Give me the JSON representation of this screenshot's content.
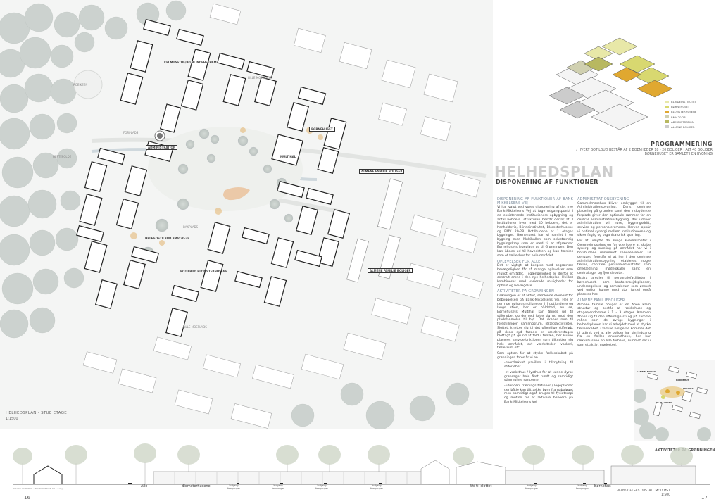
{
  "plan": {
    "title": "HELHEDSPLAN - STUE ETAGE",
    "scale": "1:1500",
    "labels": {
      "kelmu": "KELMUSSTUE/BO BLINDEHETHEM",
      "lille_plads": "LILLE MOEPLADS",
      "roeikeen": "ROEIKEEN",
      "forplads": "FORPLADS",
      "administration": "ADMINISTRATION",
      "heptefolde": "HEPTEFOLDE",
      "boernehuset": "BØRNEHUSET",
      "multihal": "MULTIHAL",
      "almene1": "ALMENE FAMILIE BOLIGER",
      "almene2": "ALMENE FAMILIE BOLIGER",
      "helhed": "HELHEDSTILBUD BMV 20-28",
      "botilbud": "BOTILBUD BLOMSTERHUSENE",
      "bakplads": "BAKPLADS",
      "lille_moeplads": "LILLE MOEPLADS"
    }
  },
  "programmering": {
    "title": "PROGRAMMERING",
    "subtitle": "/ HVERT BOTILBUD BESTÅR AF 2 BOENHEDER 18 - 20 BOLIGER I ALT 40 BOLIGER BØRNEHUSET ER SAMLET I EN BYGNING",
    "legend": [
      {
        "label": "BLINDEINSTITUTET",
        "color": "#e8e8a8"
      },
      {
        "label": "BØRNEHUSET",
        "color": "#d8d870"
      },
      {
        "label": "BLOMSTERHUSENE",
        "color": "#e0a830"
      },
      {
        "label": "BMV 20-28",
        "color": "#d0d0b0"
      },
      {
        "label": "ADMINISTRATION",
        "color": "#b8b860"
      },
      {
        "label": "ALMENE BOLIGER",
        "color": "#cccccc"
      }
    ]
  },
  "heading": {
    "title": "HELHEDSPLAN",
    "subtitle": "DISPONERING AF FUNKTIONER"
  },
  "text": {
    "col1": [
      {
        "type": "h",
        "text": "DISPONERING AF FUNKTIONER AF BANK MIKKELSENS-VEJ"
      },
      {
        "type": "p",
        "text": "Vi har valgt ved vores disponering af det nye Bank-Mikkelsens Vej at tage udgangspunkt i de eksisterende institutioners opbygning og antal beboere. strukturen består derfor af 3 institutioner hver med 40 beboere, det er henholdsvis, Blindeinstitutet, Blomsterhusene og BMV 20-28. Botilbudene er 1 etages bygninger. Børnehuset har vi samlet i en bygning med Multihallen som selvstændig bygningskrop som er med til at afgrænser Børnehusets legeplads ud til Grønningen. Den kan åbnes ud til hovedstien og kan tænkes som et fælleshus for hele området."
      },
      {
        "type": "h",
        "text": "OPLEVELSER FOR ALLE"
      },
      {
        "type": "p",
        "text": "Det er vigtigt, at borgere med begrænset bevægelighed får så mange oplevelser som muligt området. Tilgængelighed er derfor et centralt emne i den nye helhedsplan. Hvilket kombineres med varierede muligheder for ophold og bevægelse."
      },
      {
        "type": "h",
        "text": "AKTIVITETER PÅ GRØNNINGEN"
      },
      {
        "type": "p",
        "text": "Grønningen er et aktivt, samlende element for bebyggelsen på Bank-Mikkelsens Vej. Her er der rige opholdsmuligheder i frugtlundene og langs stien, her er båldsted, en sø, Børnehusets Multihal kan åbnes ud til stiforløbet og dermed folde sig ud mod den plads/anmelse til byt. Det skaber rum til forestillinger, samlingsrum, idrætsaktiviteter. Slottet, knytter sig til det offentlige stiforløb, på dens syd facade er kældererstagen blottagt på grund af fald i terræn, her kunne placeres servicefunktioner som tilknytter sig hele området, evt værksteder, vaskeri, fællesrum etc."
      },
      {
        "type": "p",
        "text": "Som option for at styrke fællesskabet på grønningen foreslår vi en"
      },
      {
        "type": "l",
        "text": "-overdækket pavillon i tilknytning til stiforløbet."
      },
      {
        "type": "l",
        "text": "-et væksthus / lysthus for at kunne dyrke grønsager hele året rundt og samtidigt stimmulere sancerne."
      },
      {
        "type": "l",
        "text": "-udendørs træningsstationer / legepladser der både kan tiltrække børn fra naboløget men samtidigt også bruges til fysioterapi og motion for at aktivere beboere på Bank-Mikkelsens Vej"
      }
    ],
    "col2": [
      {
        "type": "h",
        "text": "ADMINISTRATIONSBYGNING"
      },
      {
        "type": "p",
        "text": "Gammelmosehus bliver ombygget til en Administrationsbygning. Dens centrale placering på grunden samt den indbydende forplads giver den optimale rammer for en central administrationsbygning, der udover administration vil huse, bygningsdrift, service og personalerommer. Herved opnår vi optimal synergi mellem institutionerne og sikrer faglig og organisatorisk sparring."
      },
      {
        "type": "p",
        "text": "For at udnytte de øvrige kvadratmeter i Gemmelmosehus og for yderligere at skabe synergi og samling på området har vi i botilbudene minimeret servicearealer. Til gengæld foreslår vi at her i den centrale administrationsbygning etableres nogle fælles, centrale personalefaciliteter som omklædning, mødelokaler samt en centrallager og fjerndepoter."
      },
      {
        "type": "p",
        "text": "Ekstra arealer til personalefaciliteter i børnehuset, som kontorarbejdspladser, undersøgelses- og samtalerum som ønsket ved option kunne med stor fordel også placeres her."
      },
      {
        "type": "h",
        "text": "ALMENE FAMILIEBOLIGER"
      },
      {
        "type": "p",
        "text": "Almene familie boliger er en åben kæm struktur og består af rækkehuse og etageejendomme i 1 - 3 etager. Kæmlen åbner sig til den offentlige sti og på samme måde som de øvrige bygninger i helhedsplanen har vi arbejdet med at styrke fællesskabet, i familie boligerne kommer det til udtryk ved at alle boliger har sin indgang fra en fælles ankomsthave, her har rækkehusene en lille forhave, rummet ser u som et aktivt mødested."
      }
    ]
  },
  "minimap": {
    "caption": "AKTIVITETER PÅ GRØNNINGEN",
    "labels": {
      "gammelmosen": "GAMMELMOSEN",
      "multihal": "MULTIHAL",
      "boernehus": "BØRNEHUS",
      "balhaen": "BÅLHAEN"
    }
  },
  "section": {
    "labels": {
      "alle": "Allé",
      "blomsterhusene": "Blomsterhusene",
      "sti": "Sti til slottet",
      "boernehus": "Børnehus"
    },
    "small": {
      "indgang1": "Indgang\nfeeapruges",
      "indgang2": "Indgang\nfeeapruges",
      "indgang3": "Indgang\nfeeapruges",
      "indgang4": "Indgang\nfeeapruges",
      "indgang5": "Indgang\nfeeapruges",
      "indgang6": "Indgang\nfeeapruges"
    },
    "caption_line1": "BEBYGGELSES OPSTALT MOD ØST",
    "caption_line2": "1:500",
    "left_caption": "BLIV DE OS BEBOE • BRANDS BEMÆ DE • bolig"
  },
  "page_numbers": {
    "left": "16",
    "right": "17"
  }
}
